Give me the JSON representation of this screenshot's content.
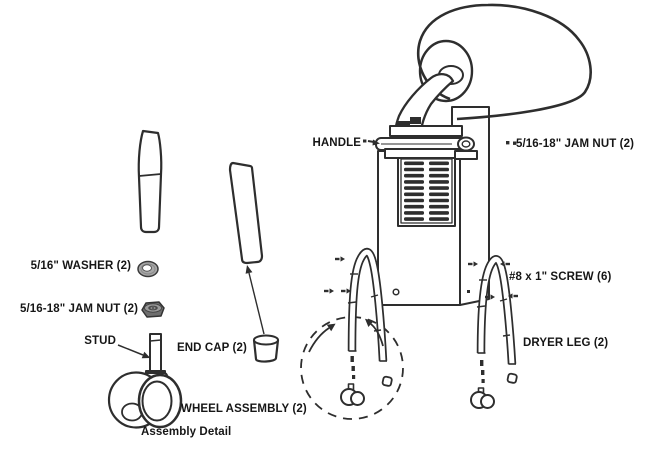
{
  "colors": {
    "line": "#2e2e2e",
    "text": "#161616",
    "background": "#ffffff",
    "washer_gray": "#a8a8a8",
    "nut_gray": "#6e6e6e",
    "nut_top_gray": "#9b9b9b"
  },
  "labels": {
    "handle": "HANDLE",
    "jam_nut_right": "5/16-18\" JAM NUT (2)",
    "screw": "#8 x 1\" SCREW (6)",
    "dryer_leg": "DRYER LEG (2)",
    "washer": "5/16\" WASHER (2)",
    "jam_nut_left": "5/16-18\" JAM NUT (2)",
    "stud": "STUD",
    "end_cap": "END CAP (2)",
    "wheel_assembly": "WHEEL ASSEMBLY (2)",
    "assembly_detail": "Assembly Detail"
  }
}
